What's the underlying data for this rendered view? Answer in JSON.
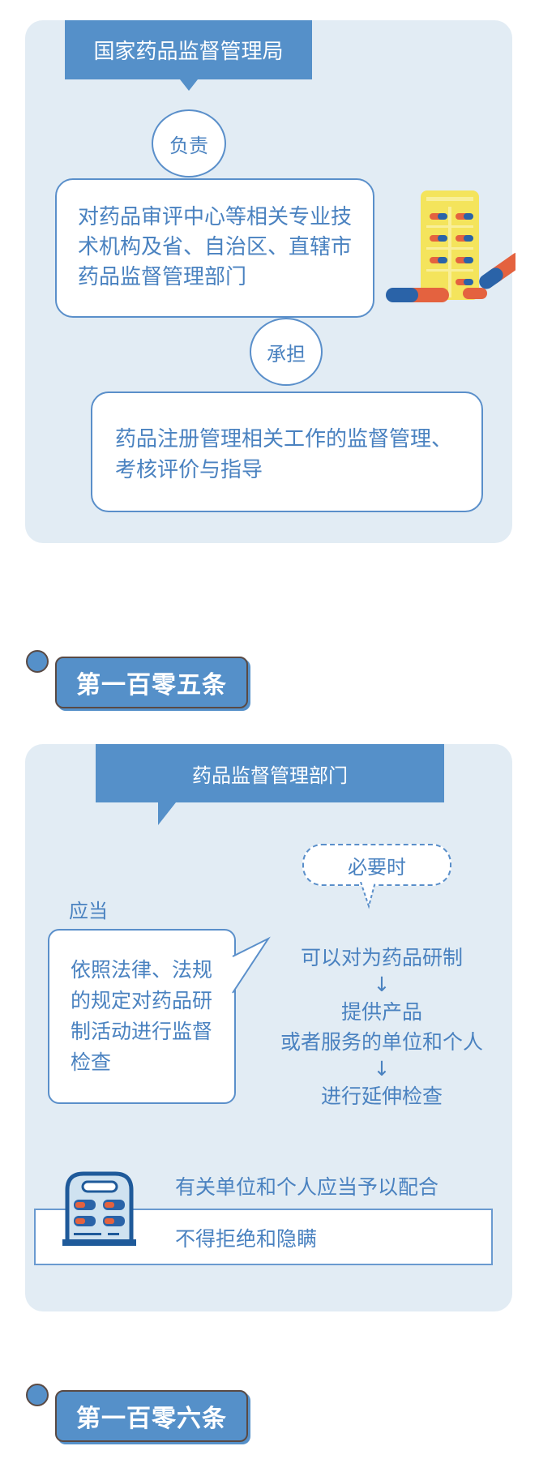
{
  "section1": {
    "header": "国家药品监督管理局",
    "connector1": "负责",
    "box1": "对药品审评中心等相关专业技术机构及省、自治区、直辖市药品监督管理部门",
    "connector2": "承担",
    "box2": "药品注册管理相关工作的监督管理、考核评价与指导",
    "illustration": "pill-blister-pack-icon"
  },
  "article105": {
    "label": "第一百零五条"
  },
  "section2": {
    "header": "药品监督管理部门",
    "should_label": "应当",
    "should_box": "依照法律、法规的规定对药品研制活动进行监督检查",
    "when_needed": "必要时",
    "flow": [
      "可以对为药品研制",
      "↓",
      "提供产品",
      "或者服务的单位和个人",
      "↓",
      "进行延伸检查"
    ],
    "cooperate_line1": "有关单位和个人应当予以配合",
    "cooperate_line2": "不得拒绝和隐瞒",
    "illustration": "pill-cabinet-icon"
  },
  "article106": {
    "label": "第一百零六条"
  },
  "colors": {
    "accent": "#5590c9",
    "text": "#4a82c0",
    "card_bg": "#e2ecf4",
    "heading_border": "#5a4a44"
  }
}
